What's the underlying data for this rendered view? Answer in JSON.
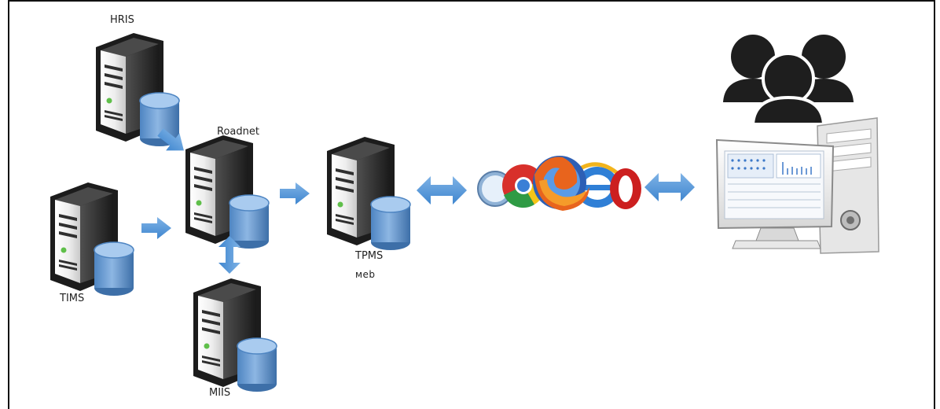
{
  "nodes": {
    "hris": {
      "label": "HRIS"
    },
    "roadnet": {
      "label": "Roadnet"
    },
    "tims": {
      "label": "TIMS"
    },
    "tpms": {
      "label": "TPMS",
      "sublabel": "ᴍeb"
    },
    "miis": {
      "label": "MIIS"
    }
  },
  "colors": {
    "arrow": "#5a9bd8",
    "server_dark": "#2b2b2b",
    "server_light": "#f2f2f2",
    "cylinder": "#6f9fd3",
    "people": "#1e1e1e"
  },
  "icons": {
    "browsers": [
      "safari-icon",
      "chrome-icon",
      "firefox-icon",
      "ie-icon",
      "opera-icon"
    ],
    "users": "users-group-icon",
    "workstation": "desktop-computer-icon"
  }
}
